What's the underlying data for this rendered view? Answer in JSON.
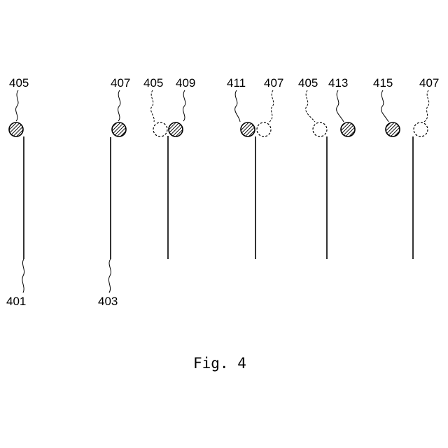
{
  "figure": {
    "caption": "Fig. 4",
    "labels": {
      "l401": "401",
      "l403": "403",
      "l405a": "405",
      "l407a": "407",
      "l405b": "405",
      "l409": "409",
      "l411": "411",
      "l407b": "407",
      "l405c": "405",
      "l413": "413",
      "l415": "415",
      "l407c": "407"
    }
  }
}
